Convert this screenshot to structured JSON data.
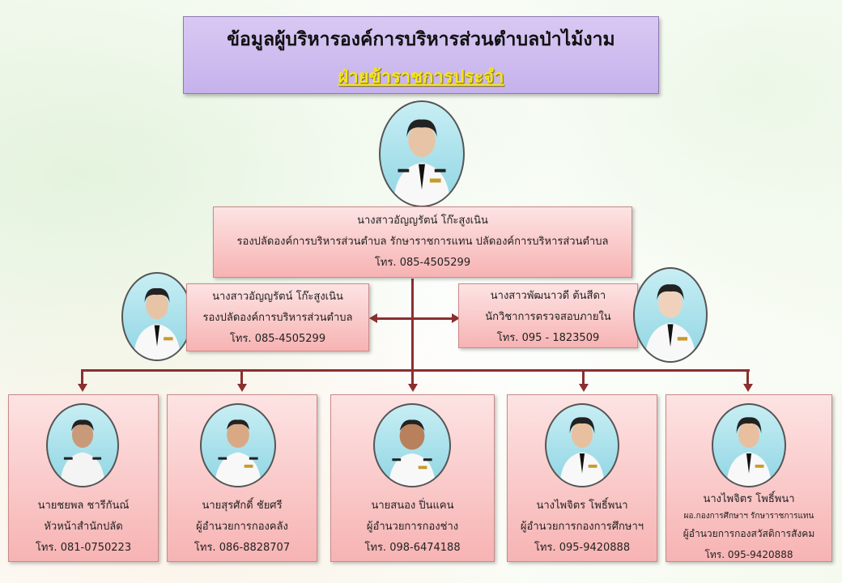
{
  "title": {
    "main": "ข้อมูลผู้บริหารองค์การบริหารส่วนตำบลป่าไม้งาม",
    "sub": "ฝ่ายข้าราชการประจำ"
  },
  "top": {
    "name": "นางสาวอัญญรัตน์  โก๊ะสูงเนิน",
    "position": "รองปลัดองค์การบริหารส่วนตำบล รักษาราชการแทน ปลัดองค์การบริหารส่วนตำบล",
    "phone": "โทร. 085-4505299"
  },
  "left": {
    "name": "นางสาวอัญญรัตน์  โก๊ะสูงเนิน",
    "position": "รองปลัดองค์การบริหารส่วนตำบล",
    "phone": "โทร. 085-4505299"
  },
  "right": {
    "name": "นางสาวพัฒนาวดี  ต้นสีดา",
    "position": "นักวิชาการตรวจสอบภายใน",
    "phone": "โทร. 095 - 1823509"
  },
  "bottom": [
    {
      "name": "นายชยพล  ชารีกันณ์",
      "position": "หัวหน้าสำนักปลัด",
      "phone": "โทร. 081-0750223"
    },
    {
      "name": "นายสุรศักดิ์  ชัยศรี",
      "position": "ผู้อำนวยการกองคลัง",
      "phone": "โทร. 086-8828707"
    },
    {
      "name": "นายสนอง  ปิ่นแคน",
      "position": "ผู้อำนวยการกองช่าง",
      "phone": "โทร. 098-6474188"
    },
    {
      "name": "นางไพจิตร  โพธิ์พนา",
      "position": "ผู้อำนวยการกองการศึกษาฯ",
      "phone": "โทร. 095-9420888"
    },
    {
      "name": "นางไพจิตร  โพธิ์พนา",
      "note": "ผอ.กองการศึกษาฯ รักษาราชการแทน",
      "position": "ผู้อำนวยการกองสวัสดิการสังคม",
      "phone": "โทร. 095-9420888"
    }
  ],
  "colors": {
    "connector": "#8b2f2f",
    "card": "#f7b3b3",
    "title_bg": "#c6b2ec",
    "subtitle": "#f7e51d"
  }
}
